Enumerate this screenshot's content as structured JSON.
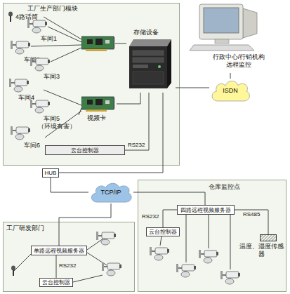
{
  "diagram": {
    "nodes": [
      {
        "text": [
          "工厂生产部门模块"
        ]
      },
      {
        "text": [
          "4路话筒"
        ],
        "in": 0
      },
      {
        "text": [
          "车间1"
        ],
        "in": 0
      },
      {
        "text": [
          "车间2"
        ],
        "in": 0
      },
      {
        "text": [
          "车间3"
        ],
        "in": 0
      },
      {
        "text": [
          "车间4"
        ],
        "in": 0
      },
      {
        "text": [
          "车间5",
          "（环境有害）"
        ],
        "in": 0
      },
      {
        "text": [
          "车间6"
        ],
        "in": 0
      },
      {
        "text": [
          "视频卡"
        ],
        "in": 0
      },
      {
        "text": [
          "存储设备"
        ],
        "in": 0
      },
      {
        "text": [
          "云台控制器"
        ],
        "in": 0
      },
      {
        "text": [
          "行政中心/行销机构远程监控"
        ]
      },
      {
        "text": [
          "ISDN"
        ]
      },
      {
        "text": [
          "HUB"
        ]
      },
      {
        "text": [
          "TCP/IP"
        ]
      },
      {
        "text": [
          "仓库监控点"
        ]
      },
      {
        "text": [
          "四路远程视频服务器"
        ],
        "in": 15
      },
      {
        "text": [
          "云台控制器"
        ],
        "in": 15
      },
      {
        "text": [
          "温度、湿度传感器"
        ],
        "in": 15
      },
      {
        "text": [
          "工厂研发部门"
        ]
      },
      {
        "text": [
          "单路远程视频服务器"
        ],
        "in": 19
      },
      {
        "text": [
          "云台控制器"
        ],
        "in": 19
      }
    ],
    "edges": [
      {
        "from": 5,
        "to": 8,
        "arrow": "none"
      },
      {
        "from": 6,
        "to": 8,
        "arrow": "none"
      },
      {
        "from": 7,
        "to": 8,
        "arrow": "none"
      },
      {
        "from": 8,
        "to": 9,
        "arrow": "none"
      },
      {
        "from": 10,
        "to": 9,
        "label": "RS232",
        "arrow": "none"
      },
      {
        "from": 9,
        "to": 12,
        "arrow": "none"
      },
      {
        "from": 12,
        "to": 11,
        "arrow": "none"
      },
      {
        "from": 9,
        "to": 13,
        "arrow": "none"
      },
      {
        "from": 13,
        "to": 14,
        "arrow": "none"
      },
      {
        "from": 14,
        "to": 16,
        "arrow": "none"
      },
      {
        "from": 14,
        "to": 20,
        "arrow": "none"
      },
      {
        "from": 16,
        "to": 17,
        "label": "RS232",
        "arrow": "none"
      },
      {
        "from": 16,
        "to": 18,
        "label": "RS485",
        "arrow": "none"
      },
      {
        "from": 20,
        "to": 21,
        "label": "RS232",
        "arrow": "none"
      }
    ]
  }
}
